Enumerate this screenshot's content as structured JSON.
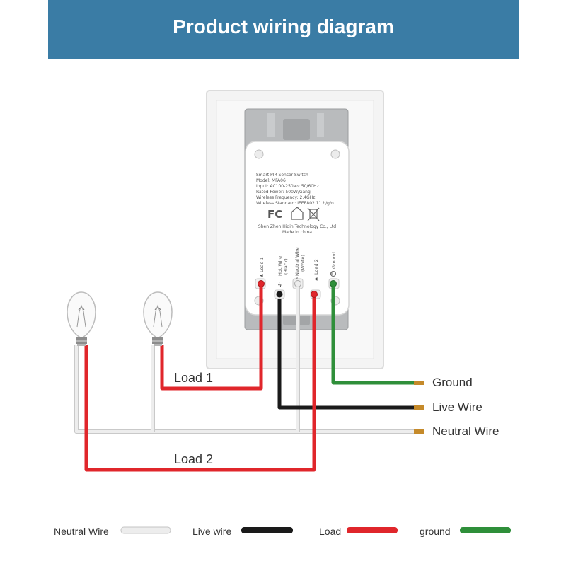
{
  "header": {
    "title": "Product wiring diagram"
  },
  "device": {
    "label_lines": [
      "Smart PIR Sensor Switch",
      "Model: MFA06",
      "Input: AC100-250V~ 50/60Hz",
      "Rated Power: 500W/Gang",
      "Wireless Frequency: 2.4GHz",
      "Wireless Standard: IEEE802.11 b/g/n"
    ],
    "fc_mark": "FC",
    "manufacturer": "Shen Zhen Hidin Technology Co., Ltd",
    "made_in": "Made in china",
    "terminals": [
      {
        "label": "Load 1",
        "sub": ""
      },
      {
        "label": "Hot Wire",
        "sub": "(Black)"
      },
      {
        "label": "Neutral Wire",
        "sub": "(White)"
      },
      {
        "label": "Load 2",
        "sub": ""
      },
      {
        "label": "Ground",
        "sub": ""
      }
    ]
  },
  "wires": {
    "load1": "Load 1",
    "load2": "Load 2",
    "ground": "Ground",
    "live": "Live Wire",
    "neutral": "Neutral Wire"
  },
  "legend": [
    {
      "label": "Neutral Wire",
      "color": "#e6e6e6"
    },
    {
      "label": "Live wire",
      "color": "#1a1a1a"
    },
    {
      "label": "Load",
      "color": "#e0262b"
    },
    {
      "label": "ground",
      "color": "#2f8f3a"
    }
  ],
  "colors": {
    "banner": "#3a7ca5",
    "neutral": "#dedede",
    "live": "#1a1a1a",
    "load": "#e0262b",
    "ground": "#2f8f3a"
  }
}
